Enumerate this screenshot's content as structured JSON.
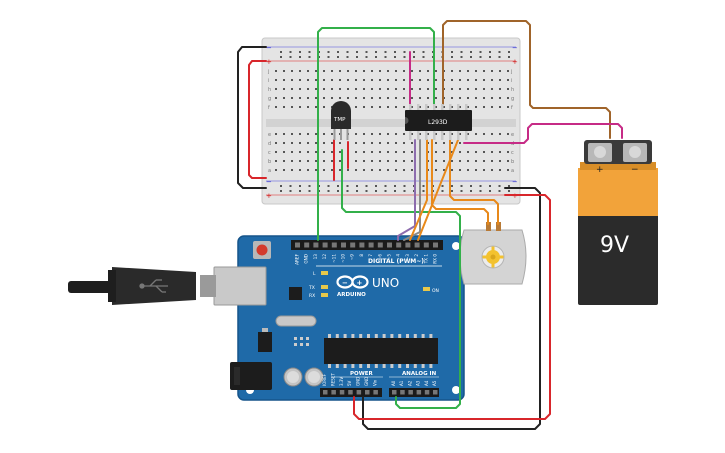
{
  "arduino": {
    "brand": "ARDUINO",
    "model": "UNO",
    "digital_header": "DIGITAL (PWM~)",
    "power_header": "POWER",
    "analog_header": "ANALOG IN",
    "on_led": "ON",
    "led_l": "L",
    "led_tx": "TX",
    "led_rx": "RX",
    "digital_pins": [
      "AREF",
      "GND",
      "13",
      "12",
      "~11",
      "~10",
      "~9",
      "8",
      "7",
      "~6",
      "~5",
      "4",
      "~3",
      "2",
      "TX 1",
      "RX 0"
    ],
    "power_pins": [
      "IOREF",
      "RESET",
      "3.3V",
      "5V",
      "GND",
      "GND",
      "Vin"
    ],
    "analog_pins": [
      "A0",
      "A1",
      "A2",
      "A3",
      "A4",
      "A5"
    ]
  },
  "tmp_sensor": {
    "label": "TMP"
  },
  "motor_driver": {
    "label": "L293D"
  },
  "battery": {
    "voltage_label": "9V",
    "plus": "+",
    "minus": "−"
  },
  "breadboard": {
    "row_letters_top": [
      "j",
      "i",
      "h",
      "g",
      "f"
    ],
    "row_letters_bottom": [
      "e",
      "d",
      "c",
      "b",
      "a"
    ],
    "rail_plus": "+",
    "rail_minus": "−"
  },
  "colors": {
    "board_blue": "#1f6aa8",
    "wire_green": "#33b04a",
    "wire_red": "#d8262b",
    "wire_black": "#222222",
    "wire_brown": "#a0642a",
    "wire_magenta": "#c62b86",
    "wire_orange": "#e8891a",
    "wire_purple": "#8d6cae",
    "wire_grey": "#8a8a8a",
    "battery_orange": "#f2a33a",
    "battery_black": "#2b2b2b"
  }
}
